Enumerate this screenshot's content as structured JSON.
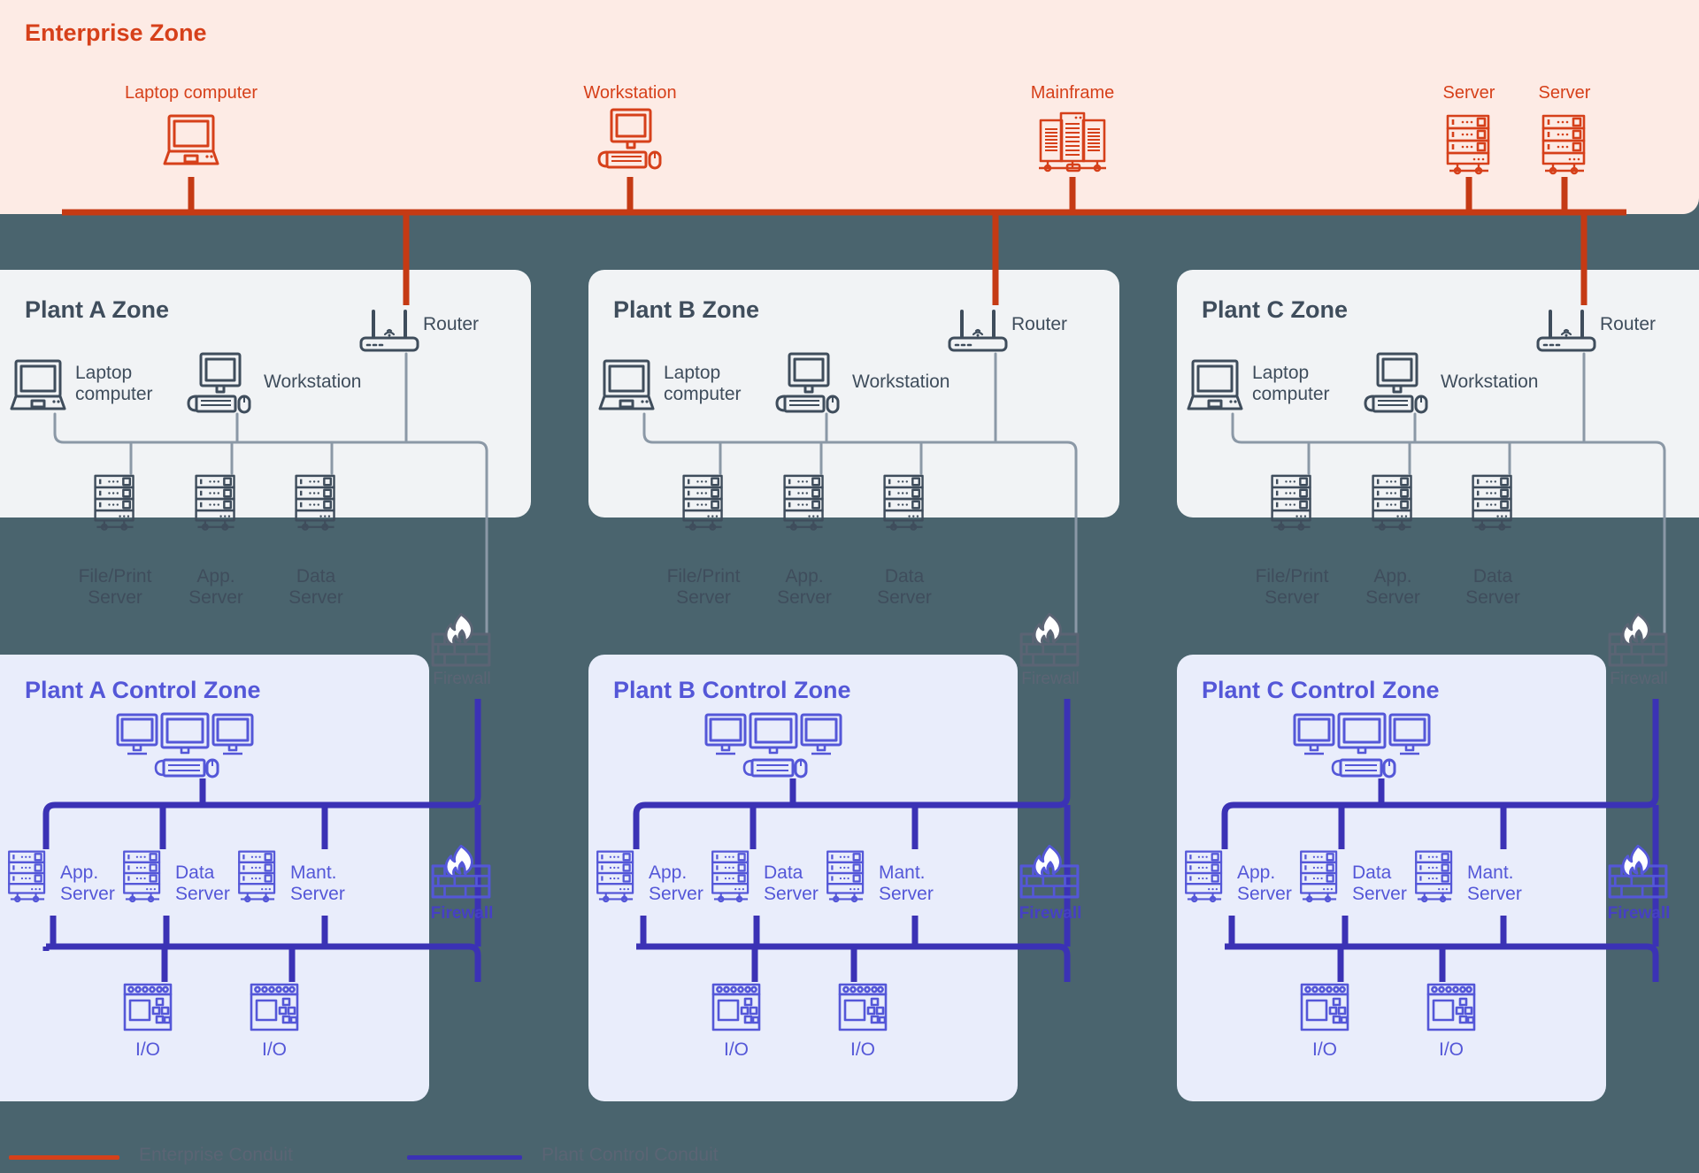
{
  "colors": {
    "background": "#4a646e",
    "enterprise_panel": "#fdebe5",
    "plant_panel": "#f1f3f5",
    "control_panel": "#e9edfb",
    "enterprise_accent": "#d6401a",
    "plant_accent": "#3f4d5c",
    "control_accent": "#5457d8",
    "control_conduit": "#3b32b5",
    "plant_conduit": "#8b98a6"
  },
  "enterprise": {
    "title": "Enterprise Zone",
    "nodes": [
      {
        "label": "Laptop computer",
        "icon": "laptop-icon"
      },
      {
        "label": "Workstation",
        "icon": "workstation-icon"
      },
      {
        "label": "Mainframe",
        "icon": "mainframe-icon"
      },
      {
        "label": "Server",
        "icon": "server-icon"
      },
      {
        "label": "Server",
        "icon": "server-icon"
      }
    ]
  },
  "plant_zones": [
    {
      "title": "Plant A Zone",
      "router_label": "Router",
      "laptop_label": "Laptop\ncomputer",
      "workstation_label": "Workstation",
      "servers": [
        "File/Print\nServer",
        "App.\nServer",
        "Data\nServer"
      ],
      "firewall_label": "Firewall"
    },
    {
      "title": "Plant B Zone",
      "router_label": "Router",
      "laptop_label": "Laptop\ncomputer",
      "workstation_label": "Workstation",
      "servers": [
        "File/Print\nServer",
        "App.\nServer",
        "Data\nServer"
      ],
      "firewall_label": "Firewall"
    },
    {
      "title": "Plant C Zone",
      "router_label": "Router",
      "laptop_label": "Laptop\ncomputer",
      "workstation_label": "Workstation",
      "servers": [
        "File/Print\nServer",
        "App.\nServer",
        "Data\nServer"
      ],
      "firewall_label": "Firewall"
    }
  ],
  "control_zones": [
    {
      "title": "Plant A Control Zone",
      "servers": [
        "App.\nServer",
        "Data\nServer",
        "Mant.\nServer"
      ],
      "io": [
        "I/O",
        "I/O"
      ],
      "firewall_label": "Firewall"
    },
    {
      "title": "Plant B Control Zone",
      "servers": [
        "App.\nServer",
        "Data\nServer",
        "Mant.\nServer"
      ],
      "io": [
        "I/O",
        "I/O"
      ],
      "firewall_label": "Firewall"
    },
    {
      "title": "Plant C Control Zone",
      "servers": [
        "App.\nServer",
        "Data\nServer",
        "Mant.\nServer"
      ],
      "io": [
        "I/O",
        "I/O"
      ],
      "firewall_label": "Firewall"
    }
  ],
  "legend": {
    "items": [
      {
        "label": "Enterprise Conduit",
        "color": "#d6401a"
      },
      {
        "label": "Plant Control Conduit",
        "color": "#3b32b5"
      }
    ]
  }
}
